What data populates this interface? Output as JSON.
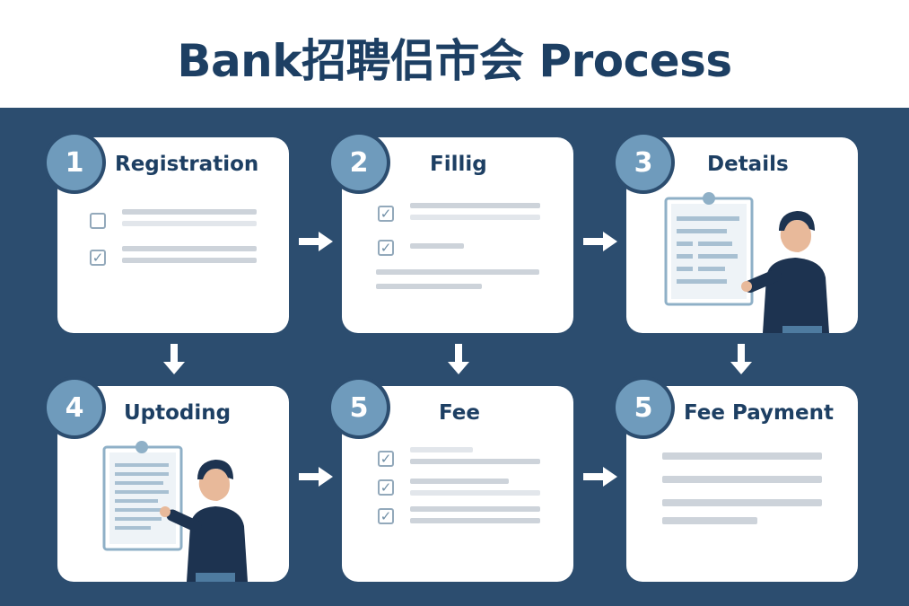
{
  "title": "Bank招聘侣市会 Process",
  "steps": [
    {
      "number": "1",
      "label": "Registration"
    },
    {
      "number": "2",
      "label": "Fillig"
    },
    {
      "number": "3",
      "label": "Details"
    },
    {
      "number": "4",
      "label": "Uptoding"
    },
    {
      "number": "5",
      "label": "Fee"
    },
    {
      "number": "5",
      "label": "Fee Payment"
    }
  ],
  "icons": {
    "checkbox_checked": "✓",
    "arrow": "arrow-icon"
  },
  "colors": {
    "title": "#1d3f63",
    "panel": "#2c4d6f",
    "badge": "#6f9bbc",
    "card": "#ffffff"
  }
}
